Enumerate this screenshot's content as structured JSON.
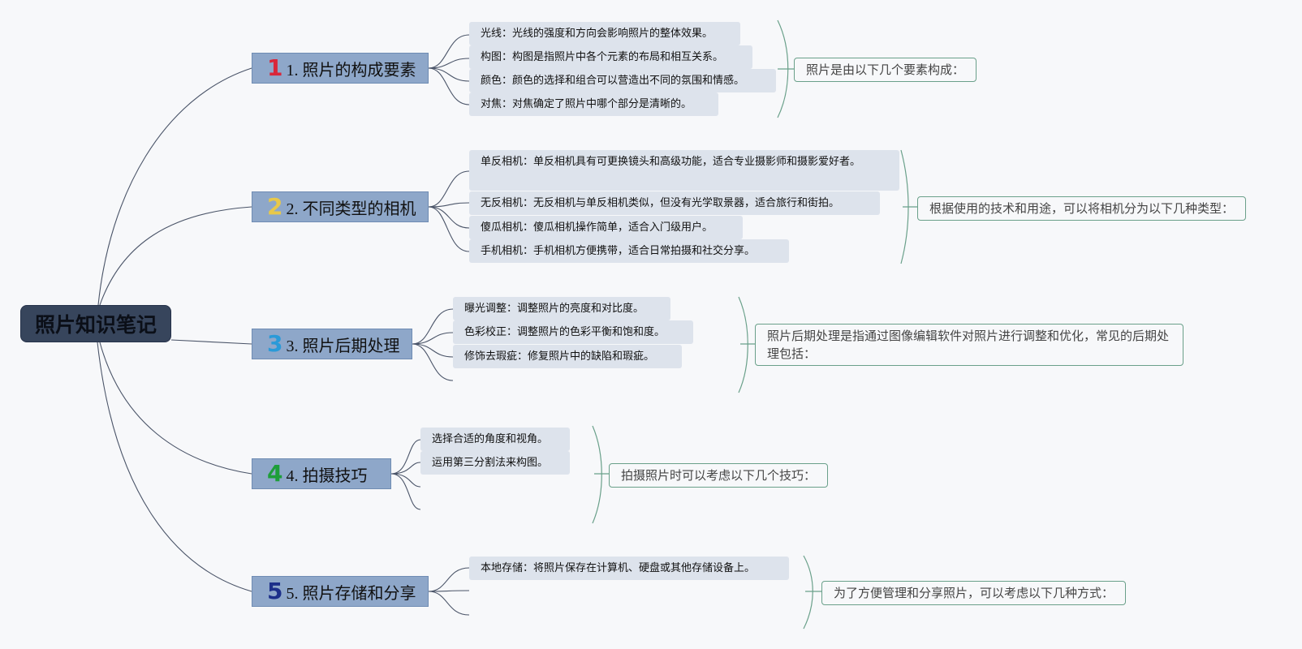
{
  "root": {
    "title": "照片知识笔记"
  },
  "branches": [
    {
      "num": "1",
      "num_color": "#d9263a",
      "title": "1. 照片的构成要素",
      "note": "照片是由以下几个要素构成：",
      "leaves": [
        "光线：光线的强度和方向会影响照片的整体效果。",
        "构图：构图是指照片中各个元素的布局和相互关系。",
        "颜色：颜色的选择和组合可以营造出不同的氛围和情感。",
        "对焦：对焦确定了照片中哪个部分是清晰的。"
      ]
    },
    {
      "num": "2",
      "num_color": "#e8c84a",
      "title": "2. 不同类型的相机",
      "note": "根据使用的技术和用途，可以将相机分为以下几种类型：",
      "leaves": [
        "单反相机：单反相机具有可更换镜头和高级功能，适合专业摄影师和摄影爱好者。",
        "无反相机：无反相机与单反相机类似，但没有光学取景器，适合旅行和街拍。",
        "傻瓜相机：傻瓜相机操作简单，适合入门级用户。",
        "手机相机：手机相机方便携带，适合日常拍摄和社交分享。"
      ]
    },
    {
      "num": "3",
      "num_color": "#2a9ad8",
      "title": "3. 照片后期处理",
      "note": "照片后期处理是指通过图像编辑软件对照片进行调整和优化，常见的后期处理包括：",
      "leaves": [
        "曝光调整：调整照片的亮度和对比度。",
        "色彩校正：调整照片的色彩平衡和饱和度。",
        "修饰去瑕疵：修复照片中的缺陷和瑕疵。"
      ]
    },
    {
      "num": "4",
      "num_color": "#1e9e3a",
      "title": "4. 拍摄技巧",
      "note": "拍摄照片时可以考虑以下几个技巧：",
      "leaves": [
        "选择合适的角度和视角。",
        "运用第三分割法来构图。"
      ]
    },
    {
      "num": "5",
      "num_color": "#1c2f8a",
      "title": "5. 照片存储和分享",
      "note": "为了方便管理和分享照片，可以考虑以下几种方式：",
      "leaves": [
        "本地存储：将照片保存在计算机、硬盘或其他存储设备上。"
      ]
    }
  ]
}
